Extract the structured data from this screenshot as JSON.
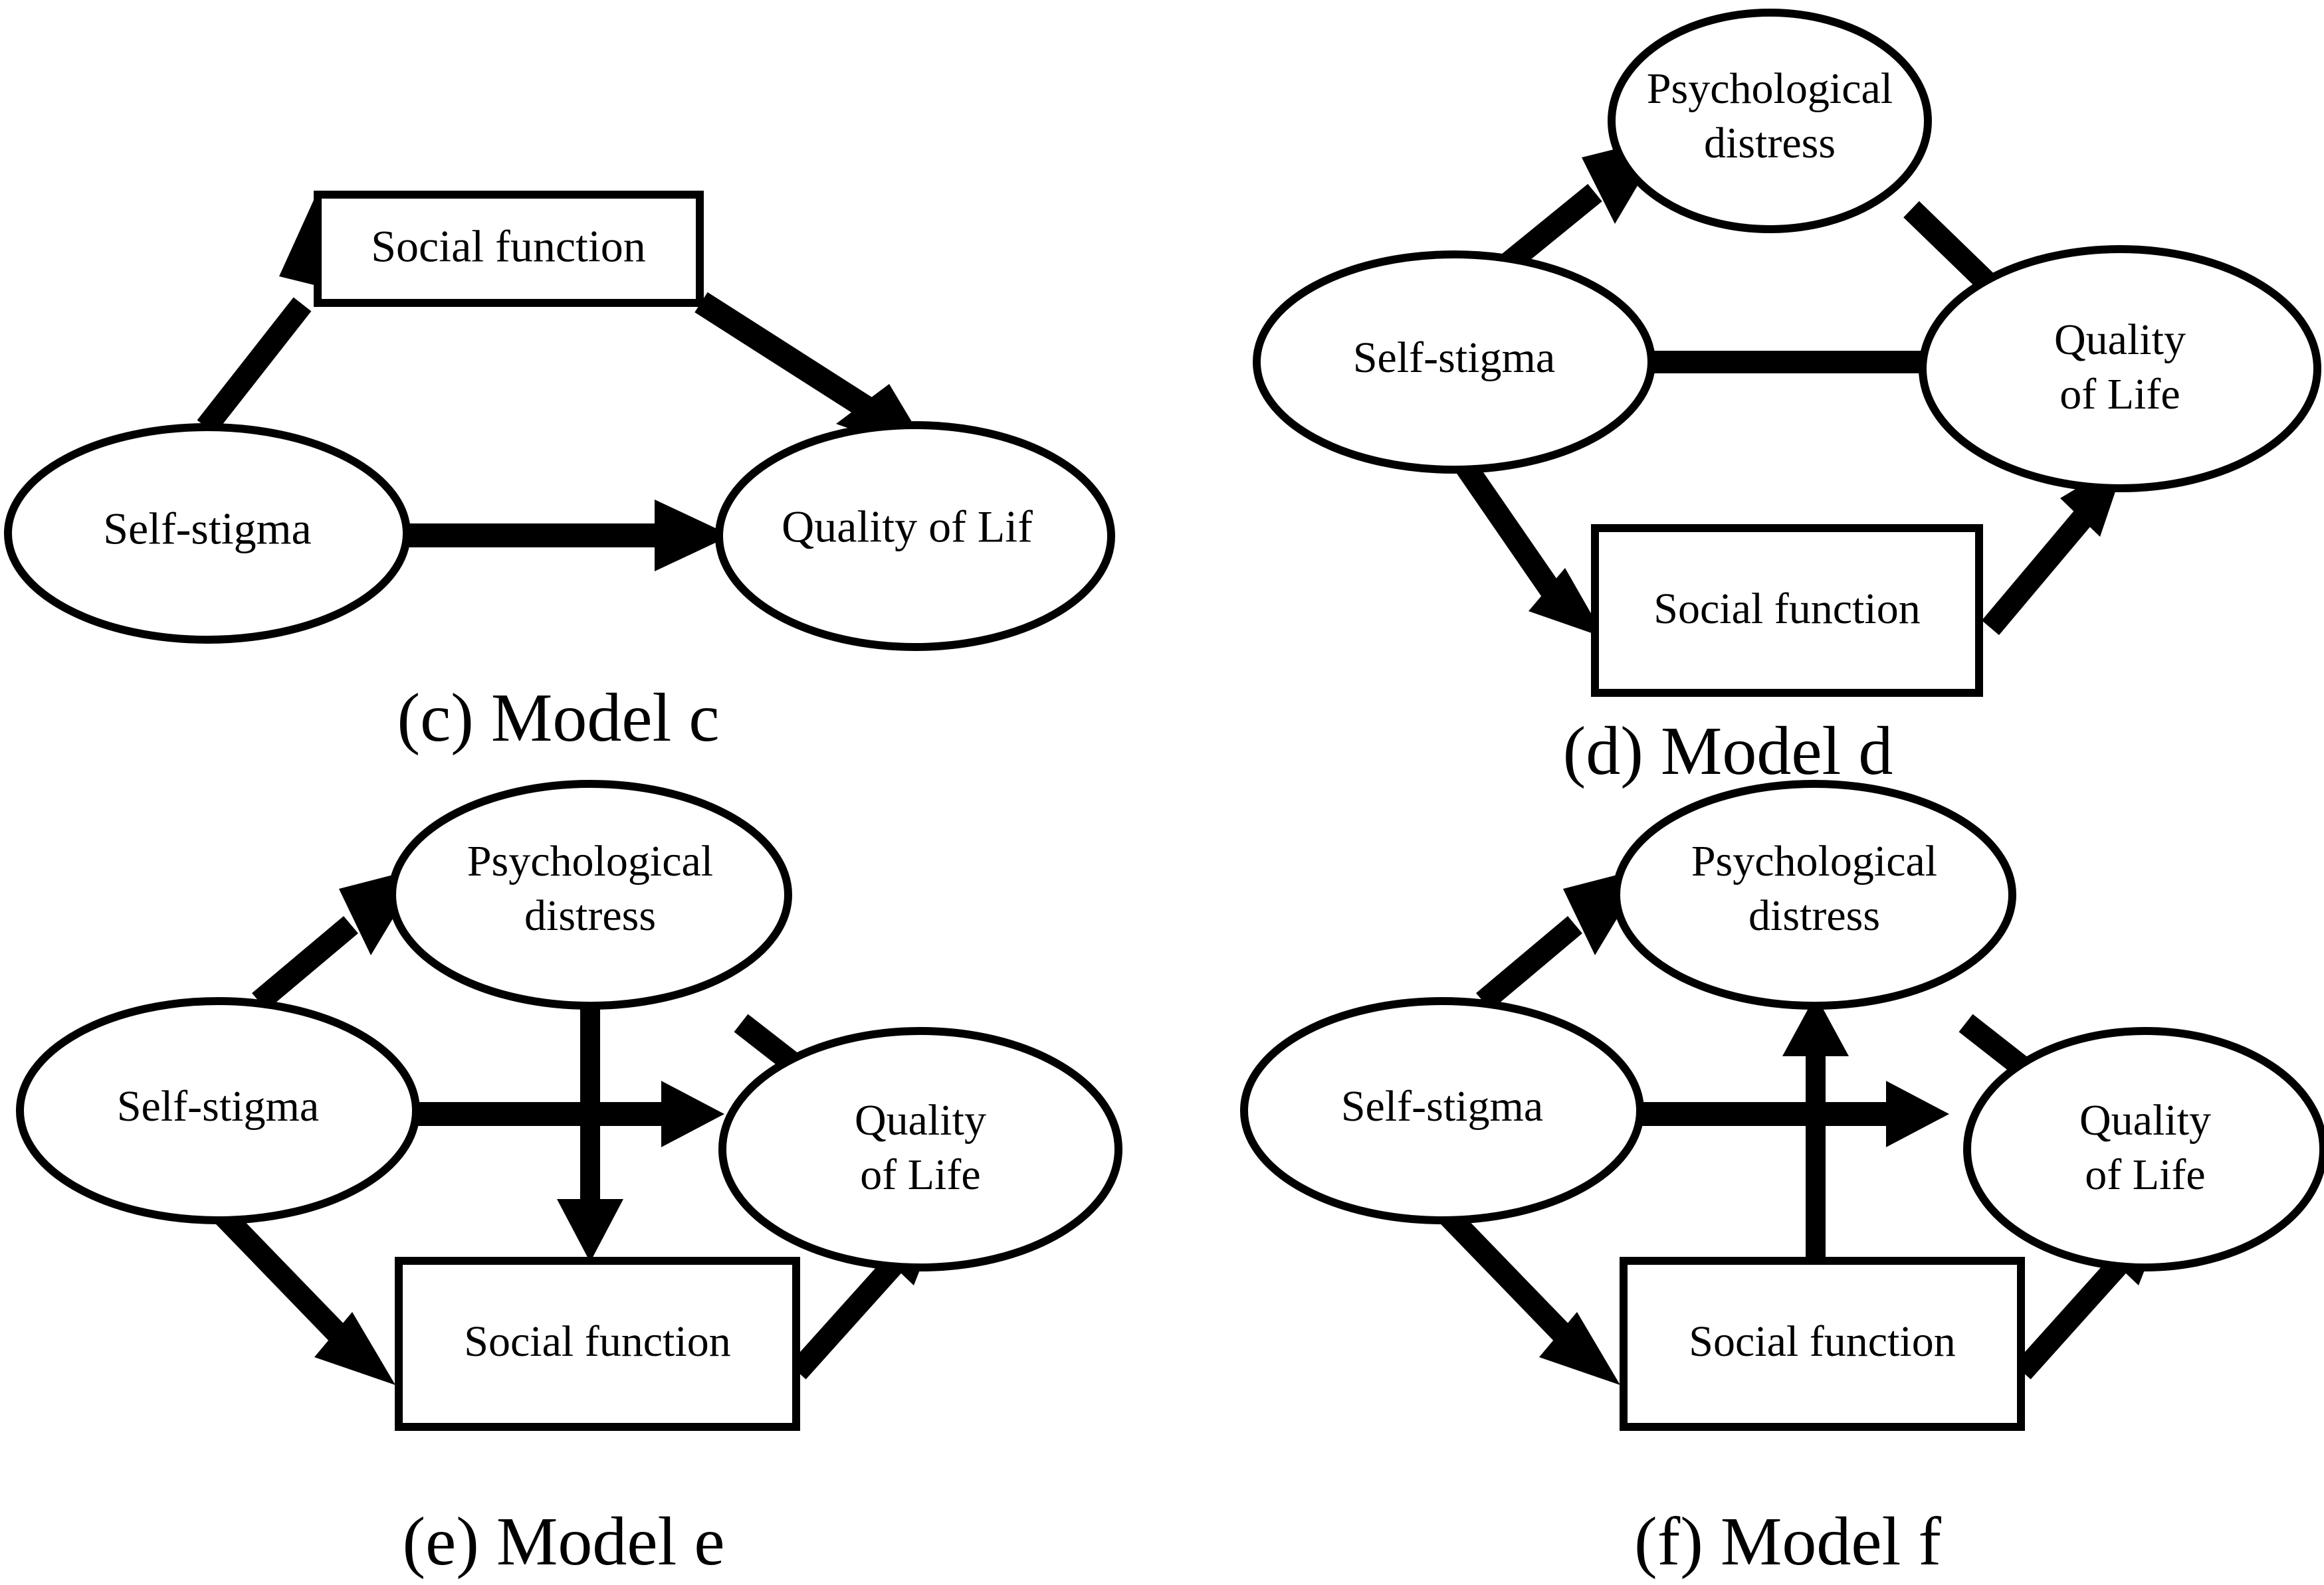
{
  "figure": {
    "background_color": "#ffffff",
    "ink_color": "#000000",
    "panel_count": 4
  },
  "labels": {
    "self_stigma": "Self-stigma",
    "social_function": "Social function",
    "quality_of_life_clipped": "Quality of Lif",
    "quality_line1": "Quality",
    "quality_line2": "of Life",
    "psych_line1": "Psychological",
    "psych_line2": "distress"
  },
  "panels": [
    {
      "id": "c",
      "caption": "(c) Model c",
      "nodes": [
        {
          "name": "self-stigma",
          "shape": "ellipse",
          "text": "Self-stigma"
        },
        {
          "name": "social-function",
          "shape": "rect",
          "text": "Social function"
        },
        {
          "name": "quality-of-life",
          "shape": "ellipse",
          "text": "Quality of Lif"
        }
      ],
      "edges": [
        {
          "from": "self-stigma",
          "to": "social-function"
        },
        {
          "from": "social-function",
          "to": "quality-of-life"
        },
        {
          "from": "self-stigma",
          "to": "quality-of-life"
        }
      ]
    },
    {
      "id": "d",
      "caption": "(d) Model d",
      "nodes": [
        {
          "name": "psychological-distress",
          "shape": "ellipse",
          "text": "Psychological distress"
        },
        {
          "name": "self-stigma",
          "shape": "ellipse",
          "text": "Self-stigma"
        },
        {
          "name": "quality-of-life",
          "shape": "ellipse",
          "text": "Quality of Life"
        },
        {
          "name": "social-function",
          "shape": "rect",
          "text": "Social function"
        }
      ],
      "edges": [
        {
          "from": "self-stigma",
          "to": "psychological-distress"
        },
        {
          "from": "psychological-distress",
          "to": "quality-of-life"
        },
        {
          "from": "self-stigma",
          "to": "quality-of-life"
        },
        {
          "from": "self-stigma",
          "to": "social-function"
        },
        {
          "from": "social-function",
          "to": "quality-of-life"
        }
      ]
    },
    {
      "id": "e",
      "caption": "(e) Model e",
      "nodes": [
        {
          "name": "psychological-distress",
          "shape": "ellipse",
          "text": "Psychological distress"
        },
        {
          "name": "self-stigma",
          "shape": "ellipse",
          "text": "Self-stigma"
        },
        {
          "name": "quality-of-life",
          "shape": "ellipse",
          "text": "Quality of Life"
        },
        {
          "name": "social-function",
          "shape": "rect",
          "text": "Social function"
        }
      ],
      "edges": [
        {
          "from": "self-stigma",
          "to": "psychological-distress"
        },
        {
          "from": "psychological-distress",
          "to": "quality-of-life"
        },
        {
          "from": "self-stigma",
          "to": "quality-of-life"
        },
        {
          "from": "self-stigma",
          "to": "social-function"
        },
        {
          "from": "social-function",
          "to": "quality-of-life"
        },
        {
          "from": "psychological-distress",
          "to": "social-function"
        }
      ]
    },
    {
      "id": "f",
      "caption": "(f) Model f",
      "nodes": [
        {
          "name": "psychological-distress",
          "shape": "ellipse",
          "text": "Psychological distress"
        },
        {
          "name": "self-stigma",
          "shape": "ellipse",
          "text": "Self-stigma"
        },
        {
          "name": "quality-of-life",
          "shape": "ellipse",
          "text": "Quality of Life"
        },
        {
          "name": "social-function",
          "shape": "rect",
          "text": "Social function"
        }
      ],
      "edges": [
        {
          "from": "self-stigma",
          "to": "psychological-distress"
        },
        {
          "from": "psychological-distress",
          "to": "quality-of-life"
        },
        {
          "from": "self-stigma",
          "to": "quality-of-life"
        },
        {
          "from": "self-stigma",
          "to": "social-function"
        },
        {
          "from": "social-function",
          "to": "quality-of-life"
        },
        {
          "from": "social-function",
          "to": "psychological-distress"
        }
      ]
    }
  ]
}
